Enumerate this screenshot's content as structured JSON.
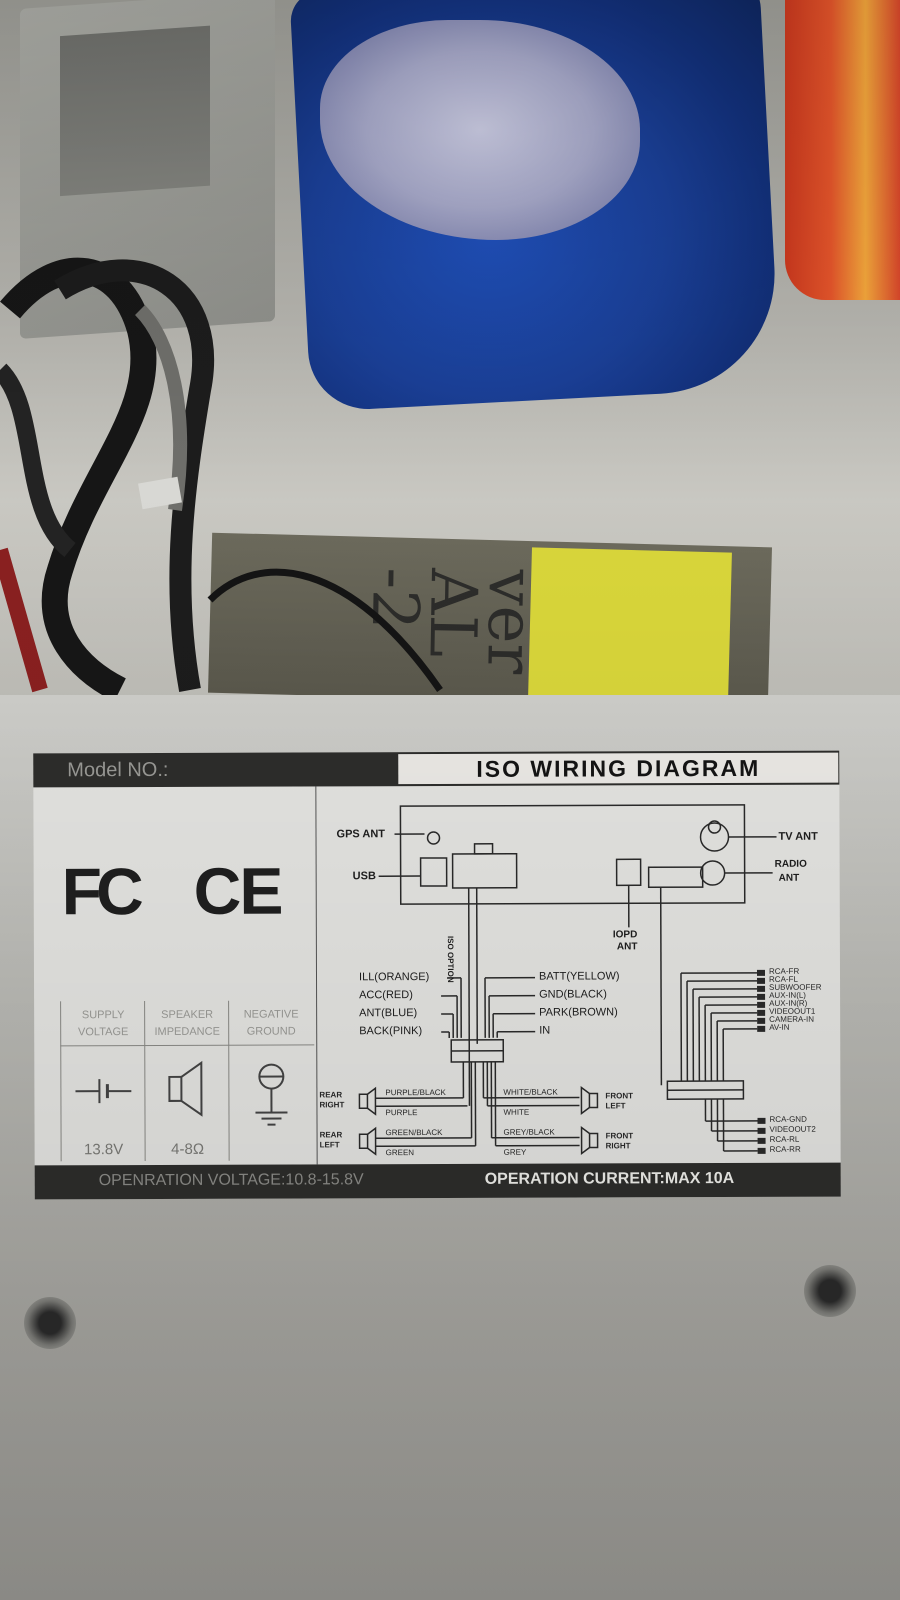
{
  "background": {
    "card_text": "ver\nAL\n-2"
  },
  "label": {
    "model": "Model NO.:",
    "title": "ISO  WIRING  DIAGRAM",
    "logos": {
      "fcc": "FC",
      "ce": "CE"
    },
    "specs": [
      {
        "header": "SUPPLY VOLTAGE",
        "value": "13.8V",
        "icon": "battery-symbol-icon"
      },
      {
        "header": "SPEAKER IMPEDANCE",
        "value": "4-8Ω",
        "icon": "speaker-symbol-icon"
      },
      {
        "header": "NEGATIVE GROUND",
        "value": "",
        "icon": "ground-symbol-icon"
      }
    ],
    "footer": {
      "voltage": "OPENRATION VOLTAGE:10.8-15.8V",
      "current": "OPERATION CURRENT:MAX 10A"
    },
    "diagram": {
      "antennas": {
        "gps": "GPS ANT",
        "usb": "USB",
        "tv": "TV ANT",
        "radio_1": "RADIO",
        "radio_2": "ANT",
        "iopd_1": "IOPD",
        "iopd_2": "ANT",
        "iso_option": "ISO OPTION"
      },
      "left_wires": [
        "ILL(ORANGE)",
        "ACC(RED)",
        "ANT(BLUE)",
        "BACK(PINK)"
      ],
      "right_wires": [
        "BATT(YELLOW)",
        "GND(BLACK)",
        "PARK(BROWN)",
        "IN"
      ],
      "speakers": {
        "rear_right_1": "REAR",
        "rear_right_2": "RIGHT",
        "rear_left_1": "REAR",
        "rear_left_2": "LEFT",
        "front_left_1": "FRONT",
        "front_left_2": "LEFT",
        "front_right_1": "FRONT",
        "front_right_2": "RIGHT",
        "purple_black": "PURPLE/BLACK",
        "purple": "PURPLE",
        "green_black": "GREEN/BLACK",
        "green": "GREEN",
        "white_black": "WHITE/BLACK",
        "white": "WHITE",
        "grey_black": "GREY/BLACK",
        "grey": "GREY"
      },
      "rca_top": [
        "RCA-FR",
        "RCA-FL",
        "SUBWOOFER",
        "AUX-IN(L)",
        "AUX-IN(R)",
        "VIDEOOUT1",
        "CAMERA-IN",
        "AV-IN"
      ],
      "rca_bottom": [
        "RCA-GND",
        "VIDEOOUT2",
        "RCA-RL",
        "RCA-RR"
      ]
    }
  }
}
